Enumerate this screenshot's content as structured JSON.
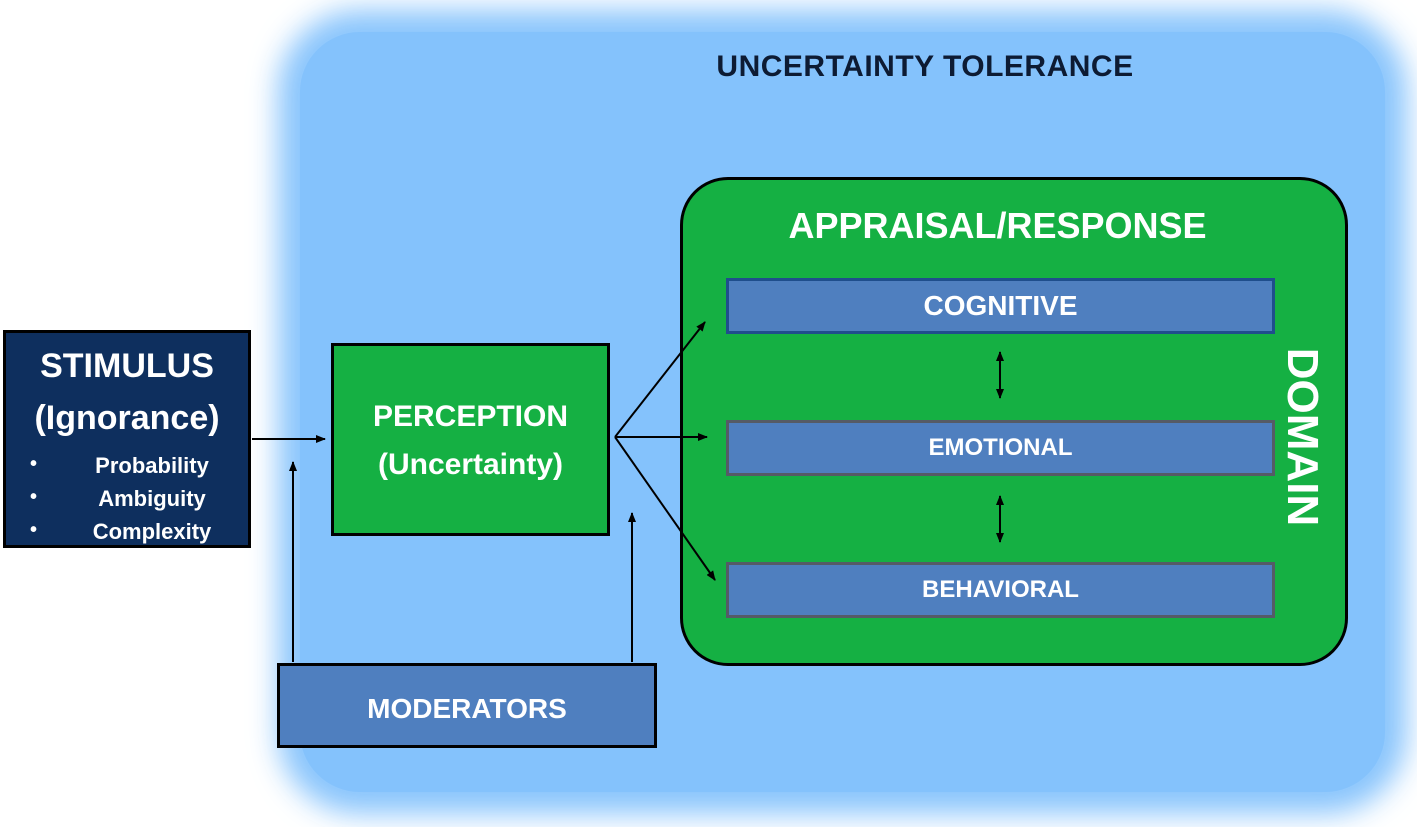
{
  "title": "UNCERTAINTY TOLERANCE",
  "stimulus": {
    "title": "STIMULUS",
    "subtitle": "(Ignorance)",
    "items": [
      "Probability",
      "Ambiguity",
      "Complexity"
    ],
    "bullet": "•"
  },
  "perception": {
    "title": "PERCEPTION",
    "subtitle": "(Uncertainty)"
  },
  "moderators": {
    "label": "MODERATORS"
  },
  "appraisal": {
    "title": "APPRAISAL/RESPONSE",
    "domain_label": "DOMAIN",
    "domains": [
      "COGNITIVE",
      "EMOTIONAL",
      "BEHAVIORAL"
    ]
  },
  "colors": {
    "background_region": "#84c2fc",
    "stimulus_fill": "#0e2f5e",
    "green_fill": "#15b043",
    "domain_bar_fill": "#4f7fbf",
    "moderators_fill": "#4f7fbf",
    "outline": "#000000"
  }
}
